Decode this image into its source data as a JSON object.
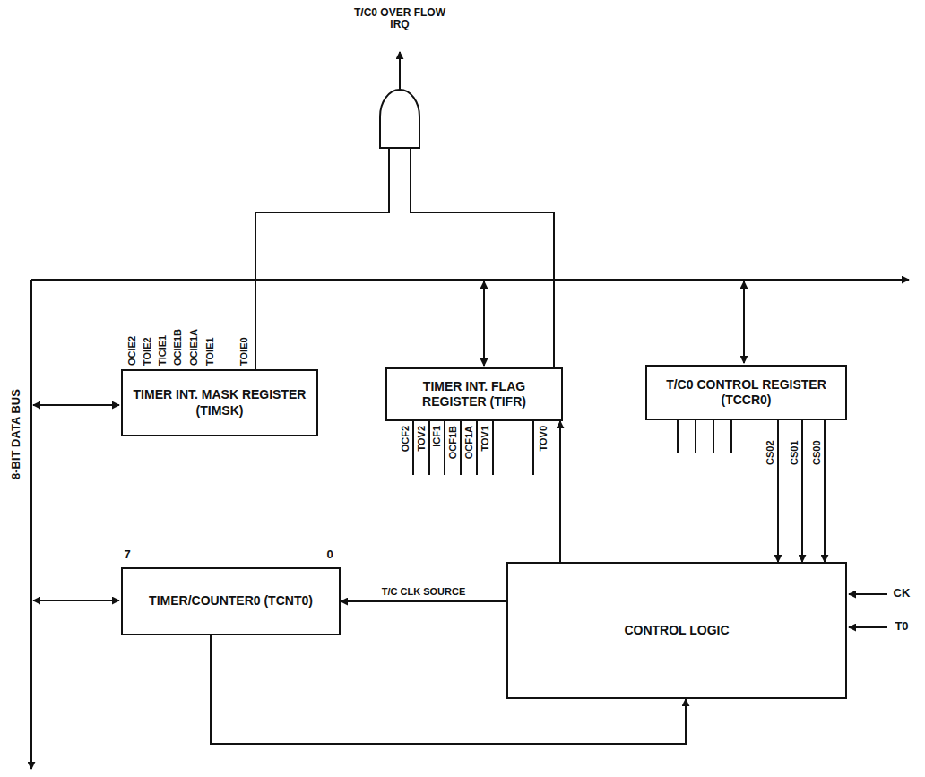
{
  "diagram": {
    "nodes": [
      {
        "text": [
          "TIMER INT. MASK REGISTER (TIMSK)"
        ]
      },
      {
        "text": [
          "TIMER INT. FLAG REGISTER (TIFR)"
        ]
      },
      {
        "text": [
          "T/C0 CONTROL REGISTER (TCCR0)"
        ]
      },
      {
        "text": [
          "TIMER/COUNTER0 (TCNT0)"
        ]
      },
      {
        "text": [
          "CONTROL LOGIC"
        ]
      }
    ],
    "edges": [
      {
        "from": 2,
        "to": 4,
        "label": "CS02",
        "arrow": "to"
      },
      {
        "from": 2,
        "to": 4,
        "label": "CS01",
        "arrow": "to"
      },
      {
        "from": 2,
        "to": 4,
        "label": "CS00",
        "arrow": "to"
      },
      {
        "from": 4,
        "to": 1,
        "arrow": "to"
      },
      {
        "from": 4,
        "to": 3,
        "label": "T/C CLK SOURCE",
        "arrow": "to"
      },
      {
        "from": 3,
        "to": 4,
        "arrow": "to"
      }
    ],
    "labels": [
      "T/C0 OVER FLOW IRQ",
      "8-BIT DATA BUS",
      "OCIE2",
      "TOIE2",
      "TICIE1",
      "OCIE1B",
      "OCIE1A",
      "TOIE1",
      "TOIE0",
      "OCF2",
      "TOV2",
      "ICF1",
      "OCF1B",
      "OCF1A",
      "TOV1",
      "TOV0",
      "7",
      "0",
      "CK",
      "T0"
    ]
  }
}
